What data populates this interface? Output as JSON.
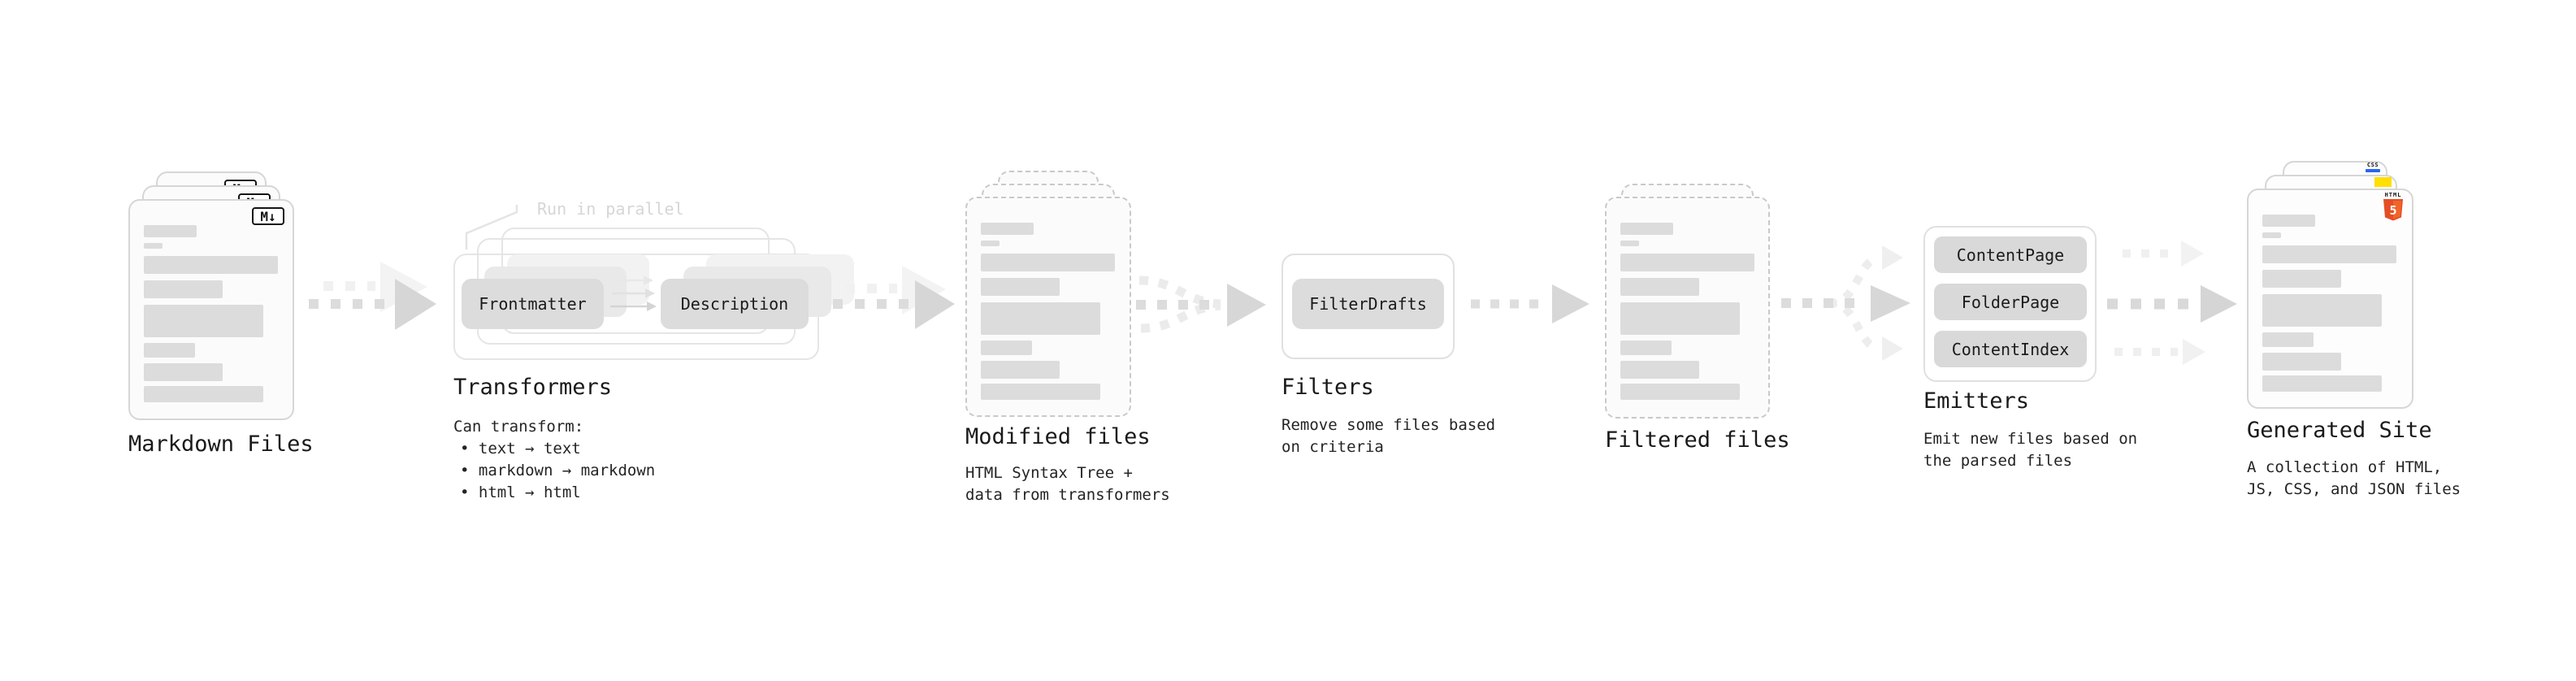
{
  "nodes": {
    "markdown": {
      "label": "Markdown Files",
      "badge": "M↓"
    },
    "transformers": {
      "label": "Transformers",
      "annotation": "Run in parallel",
      "frontmatter": "Frontmatter",
      "description": "Description",
      "can_transform": "Can transform:",
      "bullets": [
        "• text → text",
        "• markdown → markdown",
        "• html → html"
      ]
    },
    "modified": {
      "label": "Modified files",
      "desc1": "HTML Syntax Tree +",
      "desc2": "data from transformers"
    },
    "filters": {
      "label": "Filters",
      "box": "FilterDrafts",
      "desc1": "Remove some files based",
      "desc2": "on criteria"
    },
    "filtered": {
      "label": "Filtered files"
    },
    "emitters": {
      "label": "Emitters",
      "box1": "ContentPage",
      "box2": "FolderPage",
      "box3": "ContentIndex",
      "desc1": "Emit new files based on",
      "desc2": "the parsed files"
    },
    "generated": {
      "label": "Generated Site",
      "desc1": "A collection of HTML,",
      "desc2": "JS, CSS, and JSON files",
      "css_badge": "CSS",
      "html_badge": "HTML",
      "html5_number": "5"
    }
  },
  "colors": {
    "html5_orange": "#e44d26",
    "html5_orange_light": "#f16529",
    "js_yellow": "#ffdf00",
    "css_blue": "#2965f1",
    "pill_gray": "#dcdcdc",
    "arrow_gray": "#d7d7d7",
    "arrow_ghost": "#f1f1f1",
    "text_dark": "#1a1a1a",
    "annotation_gray": "#d6d6d6"
  }
}
